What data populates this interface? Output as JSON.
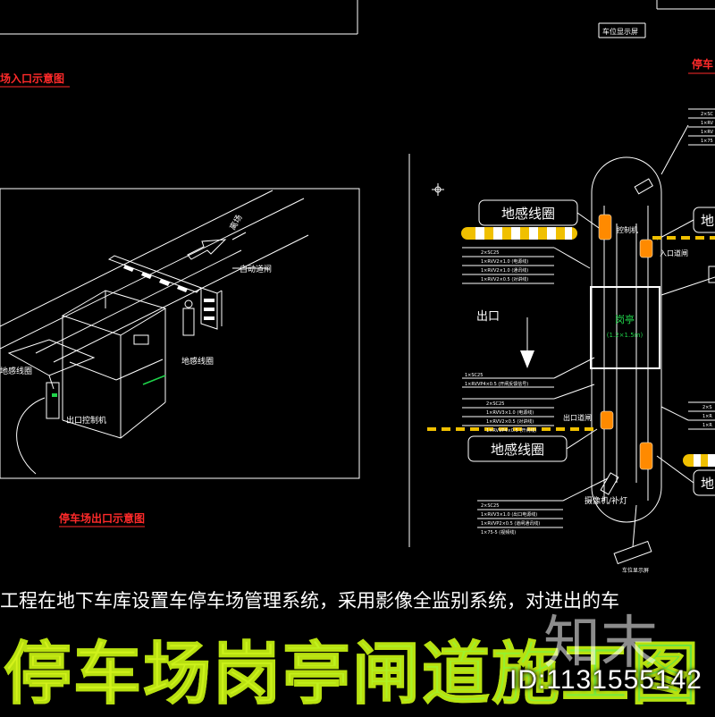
{
  "top_labels": {
    "entrance_diagram": "场入口示意图",
    "display_screen_top": "车位显示屏",
    "right_header": "停车"
  },
  "left_diagram": {
    "exit_diagram_title": "停车场出口示意图",
    "leave_lot": "离场",
    "auto_barrier": "自动道闸",
    "ground_loop_1": "地感线圈",
    "ground_loop_2": "地感线圈",
    "exit_controller": "出口控制机"
  },
  "right_diagram": {
    "loop_label_top": "地感线圈",
    "loop_label_bottom": "地感线圈",
    "loop_label_right_top": "地",
    "loop_label_right_bottom": "地",
    "exit_arrow": "出口",
    "booth_name": "岗亭",
    "booth_size": "(1.2×1.5m)",
    "controller": "控制机",
    "entrance_barrier": "入口道闸",
    "exit_barrier": "出口道闸",
    "camera_fill": "摄像机/补灯",
    "display_screen_bottom": "车位显示屏",
    "cable_group_1": [
      "2×SC25",
      "1×RVV2×1.0 (电源线)",
      "1×RVV2×1.0 (通讯线)",
      "1×RVV2×0.5 (对讲线)"
    ],
    "cable_group_2": [
      "1×SC25",
      "1×RVVP4×0.5 (开闸反馈信号)"
    ],
    "cable_group_3": [
      "2×SC25",
      "1×RVV3×1.0 (电源线)",
      "1×RVV2×0.5 (对讲线)",
      "1×RVVP4×0.5 (开闸线)"
    ],
    "cable_group_4": [
      "2×SC25",
      "1×RVV3×1.0 (出口电源线)",
      "1×RVVP2×0.5 (道闸通讯线)",
      "1×75-5 (视频线)"
    ],
    "cable_group_right": [
      "2×SC",
      "1×RV",
      "1×RV",
      "1×75"
    ],
    "cable_group_right_2": [
      "2×S",
      "1×R",
      "1×R"
    ]
  },
  "footer": {
    "caption": "工程在地下车库设置车停车场管理系统，采用影像全监别系统，对进出的车",
    "title": "停车场岗亭闸道施工图",
    "image_id": "ID:1131555142",
    "logo": "知末"
  },
  "colors": {
    "background": "#000000",
    "line": "#ffffff",
    "red_label": "#ff2a2a",
    "booth_green": "#1fd34a",
    "barrier_yellow": "#f0c000",
    "title_yellow": "#c9f21a"
  }
}
